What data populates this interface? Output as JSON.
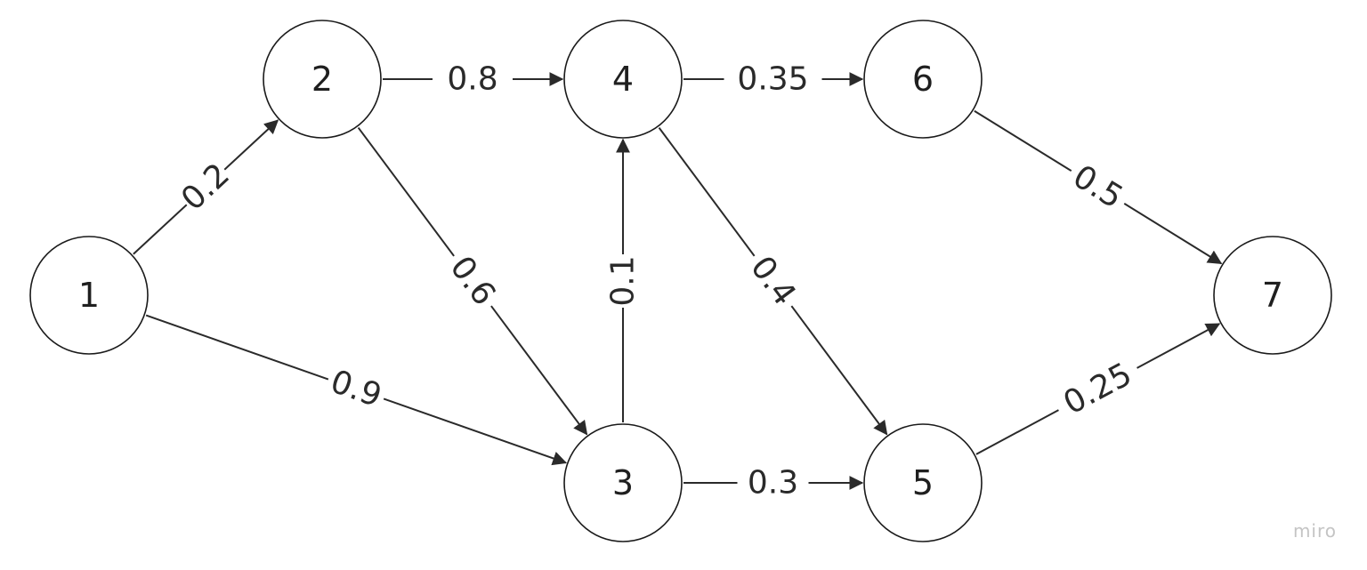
{
  "nodes": [
    {
      "id": "1",
      "label": "1"
    },
    {
      "id": "2",
      "label": "2"
    },
    {
      "id": "3",
      "label": "3"
    },
    {
      "id": "4",
      "label": "4"
    },
    {
      "id": "5",
      "label": "5"
    },
    {
      "id": "6",
      "label": "6"
    },
    {
      "id": "7",
      "label": "7"
    }
  ],
  "edges": [
    {
      "from": "1",
      "to": "2",
      "label": "0.2"
    },
    {
      "from": "1",
      "to": "3",
      "label": "0.9"
    },
    {
      "from": "2",
      "to": "4",
      "label": "0.8"
    },
    {
      "from": "2",
      "to": "3",
      "label": "0.6"
    },
    {
      "from": "3",
      "to": "4",
      "label": "0.1"
    },
    {
      "from": "3",
      "to": "5",
      "label": "0.3"
    },
    {
      "from": "4",
      "to": "6",
      "label": "0.35"
    },
    {
      "from": "4",
      "to": "5",
      "label": "0.4"
    },
    {
      "from": "6",
      "to": "7",
      "label": "0.5"
    },
    {
      "from": "5",
      "to": "7",
      "label": "0.25"
    }
  ],
  "watermark": "miro",
  "colors": {
    "stroke": "#1a1a1a",
    "edge": "#2a2a2a",
    "background": "#ffffff",
    "watermark": "#c4c4c4"
  }
}
